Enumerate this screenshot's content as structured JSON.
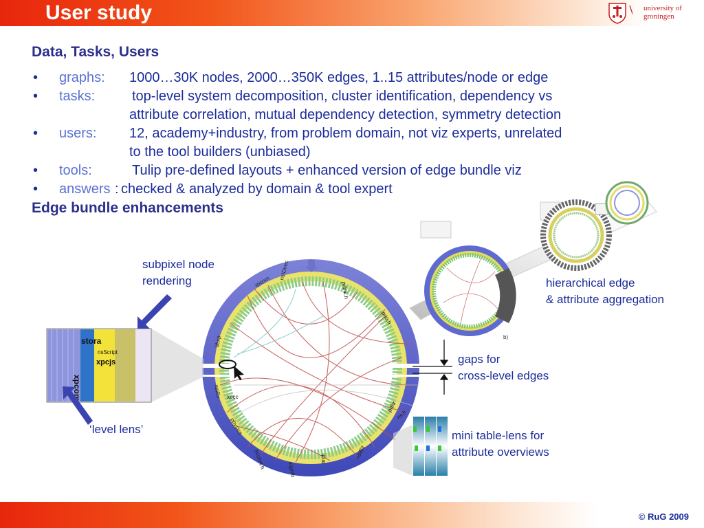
{
  "slide": {
    "title": "User study"
  },
  "logo": {
    "line1": "university of",
    "line2": "groningen"
  },
  "section1": {
    "heading": "Data, Tasks, Users"
  },
  "bullets": [
    {
      "label": "graphs:",
      "lines": [
        "1000…30K nodes, 2000…350K edges, 1..15 attributes/node or edge"
      ]
    },
    {
      "label": "tasks:",
      "lines": [
        "top-level system decomposition, cluster identification, dependency vs",
        "attribute correlation, mutual dependency detection, symmetry detection"
      ]
    },
    {
      "label": "users:",
      "lines": [
        "12, academy+industry, from problem domain, not viz experts, unrelated",
        "to the tool builders (unbiased)"
      ]
    },
    {
      "label": "tools:",
      "lines": [
        "Tulip pre-defined layouts + enhanced version of edge bundle viz"
      ]
    },
    {
      "label": "answers",
      "colon": ":",
      "lines": [
        "checked & analyzed by domain & tool expert"
      ]
    }
  ],
  "section2": {
    "heading": "Edge bundle enhancements"
  },
  "captions": {
    "subpixel": [
      "subpixel node",
      "rendering"
    ],
    "level_lens": "‘level lens’",
    "hierarchical": [
      "hierarchical edge",
      "& attribute aggregation"
    ],
    "gaps": [
      "gaps for",
      "cross-level edges"
    ],
    "mini_table": [
      "mini table-lens for",
      "attribute overviews"
    ]
  },
  "figure_labels": {
    "lens_texts": [
      "stora",
      "xpcjs",
      "xpcom",
      "nsScript"
    ],
    "ring_labels": [
      "xpcom",
      "nsIDirec",
      "prlink.h",
      "prio.h",
      "prthr",
      "libxp",
      "nsIEv",
      "xpcc",
      "physics",
      "socket.h",
      "siginfo",
      "arch",
      "nsIBit",
      "ns.h"
    ],
    "panel_letter": "b)"
  },
  "colors": {
    "accent": "#1b2c9a",
    "label": "#5a72d2",
    "heading": "#2b2f8a",
    "bar_red": "#e8260c"
  },
  "footer": {
    "copyright": "© RuG 2009"
  }
}
